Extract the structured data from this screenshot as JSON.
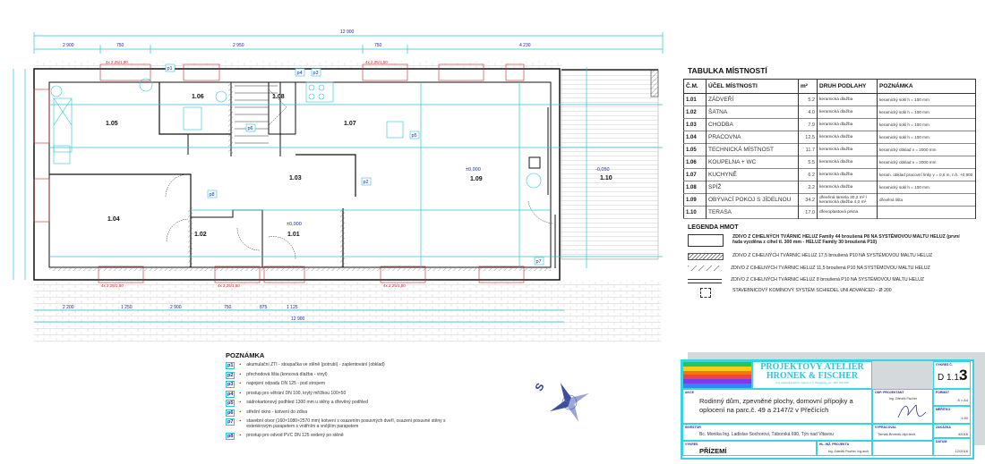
{
  "plan": {
    "overall_dim_top": "12 900",
    "overall_dim_bottom": "12 900",
    "dims_top": [
      "2 900",
      "750",
      "2 950",
      "750",
      "4 230"
    ],
    "dims_bottom": [
      "2 200",
      "1 250",
      "2 900",
      "750",
      "875",
      "1 125"
    ],
    "rooms": [
      {
        "id": "1.05"
      },
      {
        "id": "1.06"
      },
      {
        "id": "1.08"
      },
      {
        "id": "1.07"
      },
      {
        "id": "1.03"
      },
      {
        "id": "1.09"
      },
      {
        "id": "1.04"
      },
      {
        "id": "1.02"
      },
      {
        "id": "1.01"
      },
      {
        "id": "1.10"
      }
    ],
    "tags": [
      "p1",
      "p2",
      "p3",
      "p4",
      "p5",
      "p6",
      "p7",
      "p8"
    ],
    "level_marks": [
      "±0,000",
      "±0,000",
      "-0,050"
    ],
    "north_label": "S",
    "window_labels": [
      "4x 2,25/1,50",
      "4x 2,25/1,50",
      "4x 2,25/1,50",
      "4x 2,25/1,50",
      "4x 2,25/1,50"
    ]
  },
  "room_table": {
    "title": "TABULKA MÍSTNOSTÍ",
    "headers": [
      "Č.M.",
      "ÚČEL MÍSTNOSTI",
      "m²",
      "DRUH PODLAHY",
      "POZNÁMKA"
    ],
    "rows": [
      {
        "cm": "1.01",
        "name": "ZÁDVEŘÍ",
        "m2": "5.2",
        "floor": "keramická dlažba",
        "note": "keramický sokl h = 100 mm"
      },
      {
        "cm": "1.02",
        "name": "ŠATNA",
        "m2": "4.0",
        "floor": "keramická dlažba",
        "note": "keramický sokl h = 100 mm"
      },
      {
        "cm": "1.03",
        "name": "CHODBA",
        "m2": "7.9",
        "floor": "keramická dlažba",
        "note": "keramický sokl h = 100 mm"
      },
      {
        "cm": "1.04",
        "name": "PRACOVNA",
        "m2": "12.5",
        "floor": "keramická dlažba",
        "note": "keramický sokl h = 100 mm"
      },
      {
        "cm": "1.05",
        "name": "TECHNICKÁ MÍSTNOST",
        "m2": "11.7",
        "floor": "keramická dlažba",
        "note": "keramický obklad v = 2000 mm"
      },
      {
        "cm": "1.06",
        "name": "KOUPELNA + WC",
        "m2": "5.5",
        "floor": "keramická dlažba",
        "note": "keramický obklad v = 2000 mm"
      },
      {
        "cm": "1.07",
        "name": "KUCHYNĚ",
        "m2": "6.2",
        "floor": "keramická dlažba",
        "note": "keram. obklad pracovní linky v = 0,6 m, n.h. +0,900"
      },
      {
        "cm": "1.08",
        "name": "SPÍŽ",
        "m2": "2.2",
        "floor": "keramická dlažba",
        "note": "keramický sokl h = 100 mm"
      },
      {
        "cm": "1.09",
        "name": "OBÝVACÍ POKOJ S JÍDELNOU",
        "m2": "34.2",
        "floor": "dřevěná lamela 30,2 m² / keramická dlažba 4,0 m²",
        "note": "dřevěná lišta"
      },
      {
        "cm": "1.10",
        "name": "TERASA",
        "m2": "17.0",
        "floor": "dřevoplastová prkna",
        "note": ""
      }
    ]
  },
  "legend": {
    "title": "LEGENDA HMOT",
    "items": [
      {
        "symbol": "box",
        "text": "ZDIVO Z CIHELNÝCH TVÁRNIC HELUZ Family 44 broušená P8 NA SYSTÉMOVOU MALTU HELUZ (první řada vyzděna z cihel tl. 300 mm - HELUZ Family 30 broušená P10)"
      },
      {
        "symbol": "hatch",
        "text": "ZDIVO Z CIHELNÝCH TVÁRNIC HELUZ 17,5 broušená P10 NA SYSTÉMOVOU MALTU HELUZ"
      },
      {
        "symbol": "sparse-hatch",
        "text": "ZDIVO Z CIHELNÝCH TVÁRNIC HELUZ 11,5 broušená P10 NA SYSTÉMOVOU MALTU HELUZ"
      },
      {
        "symbol": "double-line",
        "text": "ZDIVO Z CIHELNÝCH TVÁRNIC HELUZ 8 broušená P10 NA SYSTÉMOVOU MALTU HELUZ"
      },
      {
        "symbol": "chimney",
        "text": "STAVEBNICOVÝ KOMÍNOVÝ SYSTÉM SCHIEDEL UNI ADVANCED - Ø 200"
      }
    ]
  },
  "notes": {
    "title": "POZNÁMKA",
    "items": [
      {
        "tag": "p1",
        "text": "akumulační ZTI - stoupačka ve stěně (potrubí) - zaplentování (obklad)"
      },
      {
        "tag": "p2",
        "text": "přechodová lišta (koncová dlažba - vinyl)"
      },
      {
        "tag": "p3",
        "text": "napojení odpadu DN 125 - pod stropem"
      },
      {
        "tag": "p4",
        "text": "prostup pro větrání DN 100, krytý mřížkou 100×50"
      },
      {
        "tag": "p5",
        "text": "sádrokartonový podhled 1300 mm u stěny a dřevěný podhled"
      },
      {
        "tag": "p6",
        "text": "střešní okno - kotvení do zdiva"
      },
      {
        "tag": "p7",
        "text": "stavební otvor (160×1080×2570 mm) kotvení s osazením posuvných dveří, osazení posuvné stěny s exteriérovým parapetem s vnitřním a vnějším parapetem"
      },
      {
        "tag": "p8",
        "text": "prostup pro odvod PVC DN 125 vedený po stěně"
      }
    ]
  },
  "title_block": {
    "company_line1": "PROJEKTOVÝ ATELIÉR",
    "company_line2": "HRONEK & FISCHER",
    "company_sub": "Ing. Zdeněk Fischer, Ostrov u Č. Budějovic, tel.: 606 762 605",
    "drawing_no_label": "VÝKRES Č.",
    "drawing_no_prefix": "D 1.1.",
    "drawing_no_big": "3",
    "akce_label": "AKCE",
    "akce": "Rodinný dům, zpevněné plochy, domovní přípojky a oplocení na parc.č. 49 a 2147/2 v Přečících",
    "investor_label": "INVESTOR",
    "investor": "Bc. Monika Ing. Ladislav Sochorovi, Táborská 690, Týn nad Vltavou",
    "vykres_label": "VÝKRES",
    "vykres": "PŘÍZEMÍ",
    "hip_label": "HL. INŽ. PROJEKTU",
    "hip": "Ing. Zdeněk Fischer, Ing.arch.",
    "odp_label": "ODP. PROJEKTANT",
    "odp": "Ing. Zdeněk Fischer",
    "vypracoval_label": "VYPRACOVAL",
    "vypracoval": "Tomáš Brvenik dipl.tech.",
    "format_label": "FORMÁT",
    "format": "8 × A4",
    "scale_label": "MĚŘÍTKO",
    "scale": "1:50",
    "zakazka_label": "ZAKÁZKA",
    "zakazka": "42016",
    "datum_label": "DATUM",
    "datum": "12/2016",
    "rainbow": [
      "#22c55e",
      "#facc15",
      "#f97316",
      "#ef4444",
      "#7c3aed",
      "#3b82f6"
    ]
  }
}
